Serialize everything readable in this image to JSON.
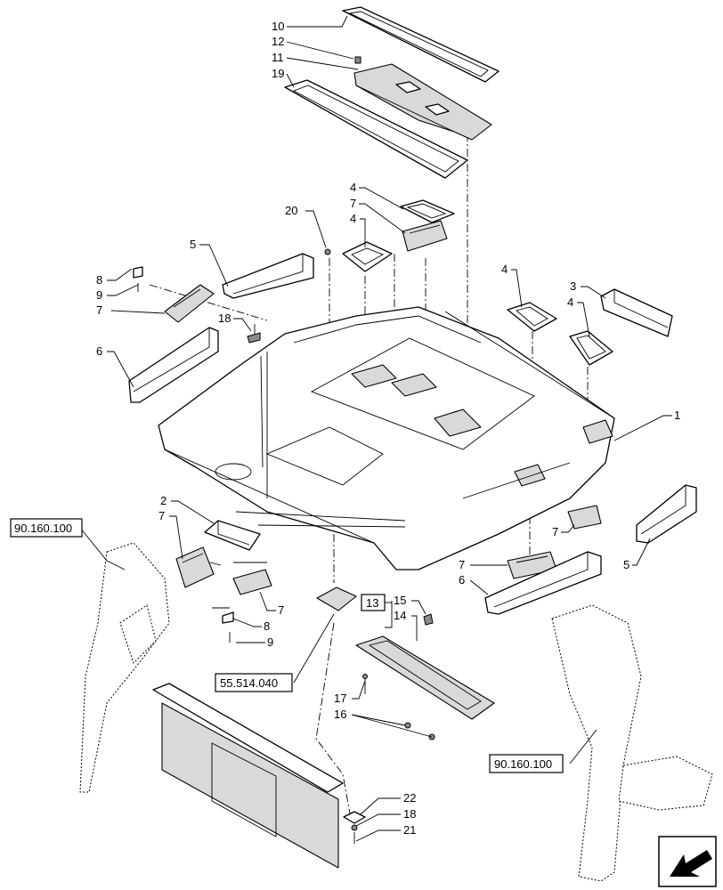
{
  "callouts": {
    "c10": "10",
    "c12": "12",
    "c11": "11",
    "c19": "19",
    "c4a": "4",
    "c7a": "7",
    "c4b": "4",
    "c20": "20",
    "c5a": "5",
    "c8a": "8",
    "c9a": "9",
    "c7b": "7",
    "c18a": "18",
    "c6a": "6",
    "c4c": "4",
    "c3": "3",
    "c4d": "4",
    "c1": "1",
    "c2": "2",
    "c7c": "7",
    "c7d": "7",
    "c8b": "8",
    "c9b": "9",
    "c7e": "7",
    "c7f": "7",
    "c6b": "6",
    "c5b": "5",
    "c13": "13",
    "c15": "15",
    "c14": "14",
    "c17": "17",
    "c16": "16",
    "c22": "22",
    "c18b": "18",
    "c21": "21"
  },
  "references": {
    "left": "90.160.100",
    "right": "90.160.100",
    "bottom": "55.514.040"
  },
  "nav": {
    "arrow_icon": "arrow-down-left-icon"
  }
}
